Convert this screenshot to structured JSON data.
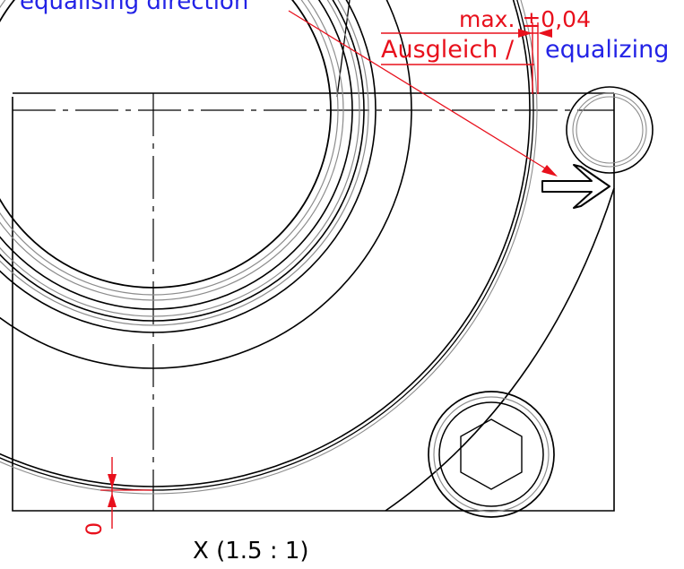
{
  "labels": {
    "equalising_direction": "equalising direction",
    "max_tolerance": "max. ±0,04",
    "ausgleich": "Ausgleich /",
    "equalizing": "equalizing",
    "zero": "0",
    "view_scale": "X (1.5 : 1)"
  },
  "colors": {
    "line": "#000000",
    "secondary_line": "#8c8c8c",
    "dimension_red": "#e8101c",
    "label_blue": "#2323e6"
  }
}
